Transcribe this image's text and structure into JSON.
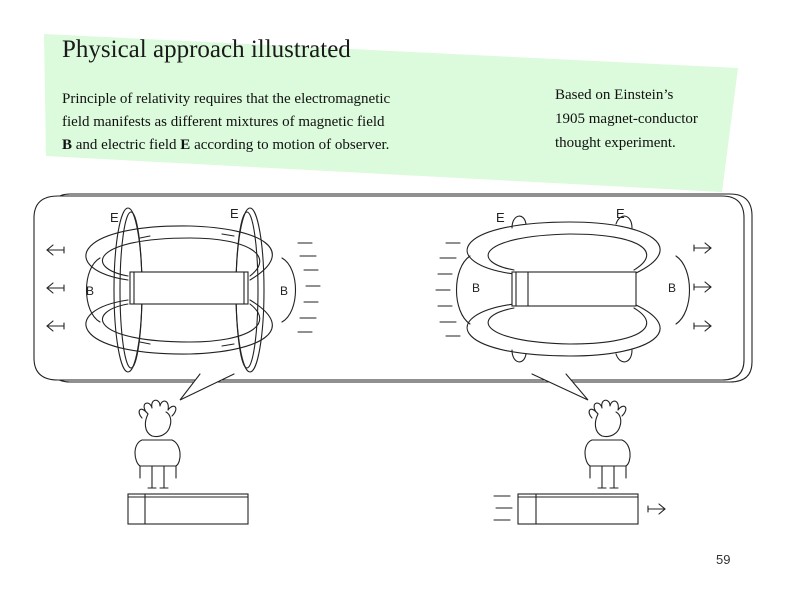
{
  "slide": {
    "title": "Physical approach illustrated",
    "body": {
      "line1": "Principle of relativity requires that the electromagnetic",
      "line2": "field manifests as different mixtures of magnetic field",
      "line3_bold1": "B",
      "line3_mid": " and electric field ",
      "line3_bold2": "E",
      "line3_end": " according to motion of observer."
    },
    "side_note": [
      "Based on Einstein’s",
      "1905 magnet-conductor",
      "thought experiment."
    ],
    "page_number": "59",
    "banner_color": "#dcfadc",
    "figure": {
      "left_scene": {
        "field_labels": [
          "E",
          "E",
          "B",
          "B"
        ],
        "observer_moving": false
      },
      "right_scene": {
        "field_labels": [
          "E",
          "E",
          "B",
          "B"
        ],
        "observer_moving": true
      }
    }
  }
}
